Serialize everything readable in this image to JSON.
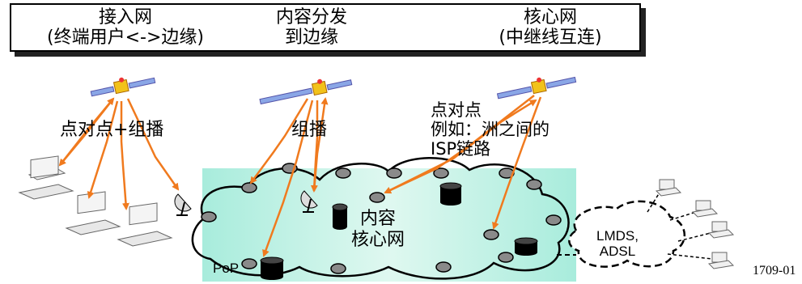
{
  "header": {
    "columns": [
      {
        "line1": "接入网",
        "line2": "(终端用户<->边缘)"
      },
      {
        "line1": "内容分发",
        "line2": "到边缘"
      },
      {
        "line1": "核心网",
        "line2": "(中继线互连)"
      }
    ]
  },
  "labels": {
    "point_multicast": "点对点+组播",
    "multicast": "组播",
    "p2p_line1": "点对点",
    "p2p_line2": "例如：洲之间的",
    "p2p_line3": "ISP链路",
    "content_core_1": "内容",
    "content_core_2": "核心网",
    "pop": "PoP",
    "lmds_1": "LMDS,",
    "lmds_2": "ADSL",
    "figure_id": "1709-01"
  },
  "colors": {
    "arrow": "#f07a1e",
    "cloud_fill": "#bff2e6",
    "node": "#808080",
    "satellite_panel": "#8aa6e6",
    "satellite_body": "#f2c21a"
  }
}
